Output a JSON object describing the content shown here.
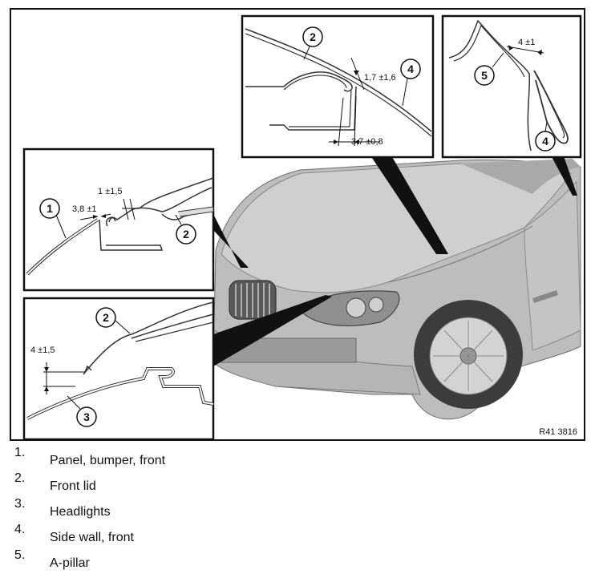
{
  "figure": {
    "reference_code": "R41 3816",
    "dimensions": {
      "a": "1 ±1,5",
      "b": "3,8 ±1",
      "c": "1,7 ±1,6",
      "d": "3,7 ±0,8",
      "e": "4 ±1",
      "f": "4 ±1,5"
    },
    "callouts": {
      "panel_bumper_front": "1",
      "front_lid": "2",
      "headlights": "3",
      "side_wall_front": "4",
      "a_pillar": "5"
    }
  },
  "legend": {
    "items": [
      {
        "number": "1.",
        "label": "Panel, bumper, front"
      },
      {
        "number": "2.",
        "label": "Front lid"
      },
      {
        "number": "3.",
        "label": "Headlights"
      },
      {
        "number": "4.",
        "label": "Side wall, front"
      },
      {
        "number": "5.",
        "label": "A-pillar"
      }
    ]
  }
}
